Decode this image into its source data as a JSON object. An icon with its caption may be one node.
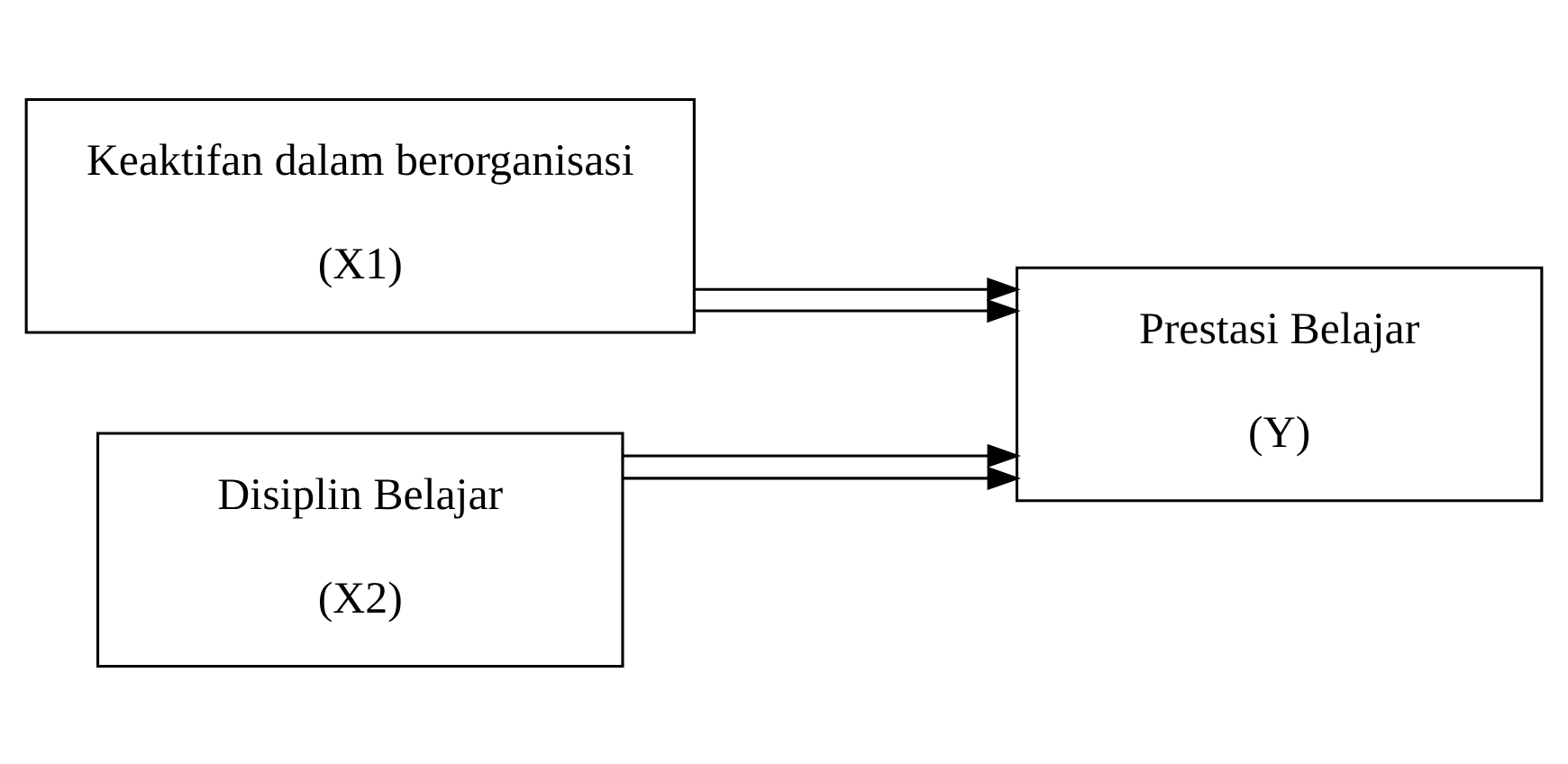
{
  "diagram": {
    "nodes": [
      {
        "text": [
          "Keaktifan dalam berorganisasi",
          "(X1)"
        ]
      },
      {
        "text": [
          "Disiplin Belajar",
          "(X2)"
        ]
      },
      {
        "text": [
          "Prestasi Belajar",
          "(Y)"
        ]
      }
    ],
    "edges": [
      {
        "from": 0,
        "to": 2,
        "arrow": "to"
      },
      {
        "from": 0,
        "to": 2,
        "arrow": "to"
      },
      {
        "from": 1,
        "to": 2,
        "arrow": "to"
      },
      {
        "from": 1,
        "to": 2,
        "arrow": "to"
      }
    ]
  }
}
